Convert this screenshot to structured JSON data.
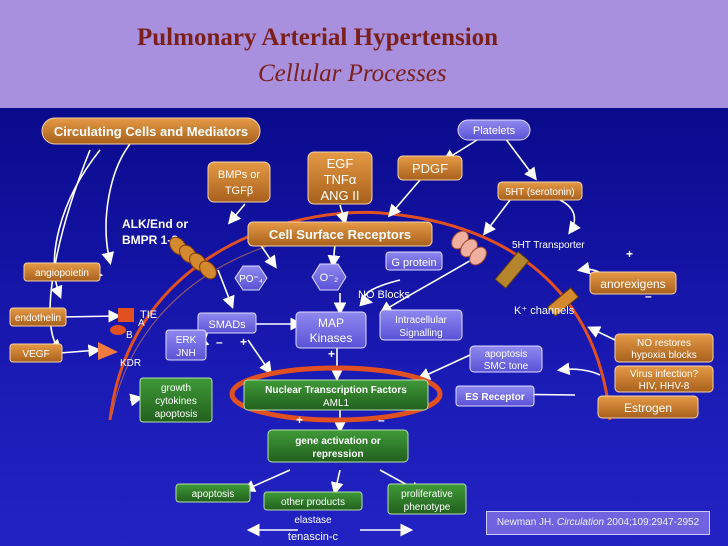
{
  "header": {
    "title": "Pulmonary Arterial Hypertension",
    "subtitle": "Cellular Processes"
  },
  "nodes": {
    "circulating": "Circulating Cells and Mediators",
    "platelets": "Platelets",
    "bmps_1": "BMPs or",
    "bmps_2": "TGFβ",
    "egf_1": "EGF",
    "egf_2": "TNFα",
    "egf_3": "ANG II",
    "pdgf": "PDGF",
    "serotonin": "5HT (serotonin)",
    "alk_1": "ALK/End or",
    "alk_2": "BMPR 1-2",
    "cell_surface": "Cell Surface Receptors",
    "transporter": "5HT Transporter",
    "angiopoietin": "angiopoietin",
    "po4": "PO⁼₄",
    "o2": "O⁻₂",
    "gprotein": "G protein",
    "anorexigens": "anorexigens",
    "no_blocks": "NO Blocks",
    "endothelin": "endothelin",
    "tie": "TIE",
    "a": "A",
    "b": "B",
    "smads": "SMADs",
    "map_1": "MAP",
    "map_2": "Kinases",
    "intracellular_1": "Intracellular",
    "intracellular_2": "Signalling",
    "k_channels": "K⁺ channels",
    "no_restores_1": "NO restores",
    "no_restores_2": "hypoxia blocks",
    "vegf": "VEGF",
    "kdr": "KDR",
    "erk_1": "ERK",
    "erk_2": "JNH",
    "apoptosis_smc_1": "apoptosis",
    "apoptosis_smc_2": "SMC tone",
    "virus_1": "Virus infection?",
    "virus_2": "HIV, HHV-8",
    "growth_1": "growth",
    "growth_2": "cytokines",
    "growth_3": "apoptosis",
    "ntf": "Nuclear Transcription Factors",
    "aml": "AML1",
    "es_receptor": "ES Receptor",
    "estrogen": "Estrogen",
    "gene_1": "gene activation or",
    "gene_2": "repression",
    "apoptosis": "apoptosis",
    "other": "other products",
    "elastase": "elastase",
    "tenascin": "tenascin-c",
    "prolif_1": "proliferative",
    "prolif_2": "phenotype"
  },
  "signs": {
    "erk_minus": "–",
    "erk_plus": "+",
    "map_plus": "+",
    "ntf_plus": "+",
    "ntf_minus": "–",
    "anorex_plus": "+",
    "anorex_minus": "–"
  },
  "citation": {
    "author": "Newman JH.",
    "journal": "Circulation",
    "ref": "2004;109:2947-2952"
  },
  "colors": {
    "header_bg": "#a990de",
    "title": "#7a1f1a",
    "stage_bg": "#1414a8",
    "orange_box": "#c77d2a",
    "purple_box": "#7a73e8",
    "green_box": "#2f7a2a",
    "red_arc": "#e05020"
  }
}
